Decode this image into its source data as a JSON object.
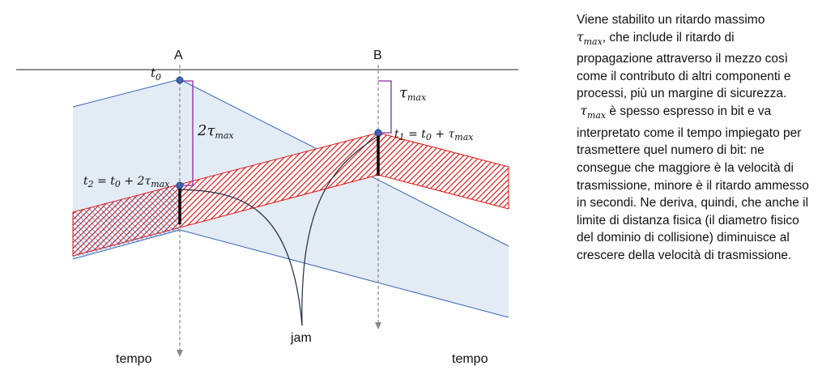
{
  "diagram": {
    "station_a": "A",
    "station_b": "B",
    "t0": "t",
    "t0_sub": "0",
    "two_tau": "2τ",
    "two_tau_sub": "max",
    "tau": "τ",
    "tau_sub": "max",
    "t1_label": "t",
    "t1_sub": "1",
    "t1_eq": " = t",
    "t1_eq_sub": "0",
    "t1_plus": " + τ",
    "t1_plus_sub": "max",
    "t2_label": "t",
    "t2_sub": "2",
    "t2_eq": " = t",
    "t2_eq_sub": "0",
    "t2_plus": " + 2τ",
    "t2_plus_sub": "max",
    "jam_label": "jam",
    "tempo_left": "tempo",
    "tempo_right": "tempo"
  },
  "text": {
    "p1_line1": "Viene stabilito un ritardo massimo",
    "tau": "τ",
    "tau_sub": "max",
    "p1_rest": ", che include il ritardo di propagazione attraverso il mezzo così come il contributo di altri componenti e processi, più un margine di sicurezza.",
    "p2_rest": " è spesso espresso in bit e va interpretato come il tempo impiegato per trasmettere quel numero di bit: ne consegue che maggiore è la velocità di trasmissione, minore è il ritardo ammesso in secondi. Ne deriva, quindi, che anche il limite di distanza fisica (il diametro fisico del dominio di collisione) diminuisce al crescere della velocità di trasmissione."
  },
  "colors": {
    "band_fill": "#e3ebf5",
    "band_line": "#3a66b8",
    "red_hatch": "#e01818",
    "purple": "#8a2ca0",
    "marker": "#3a66b8"
  }
}
